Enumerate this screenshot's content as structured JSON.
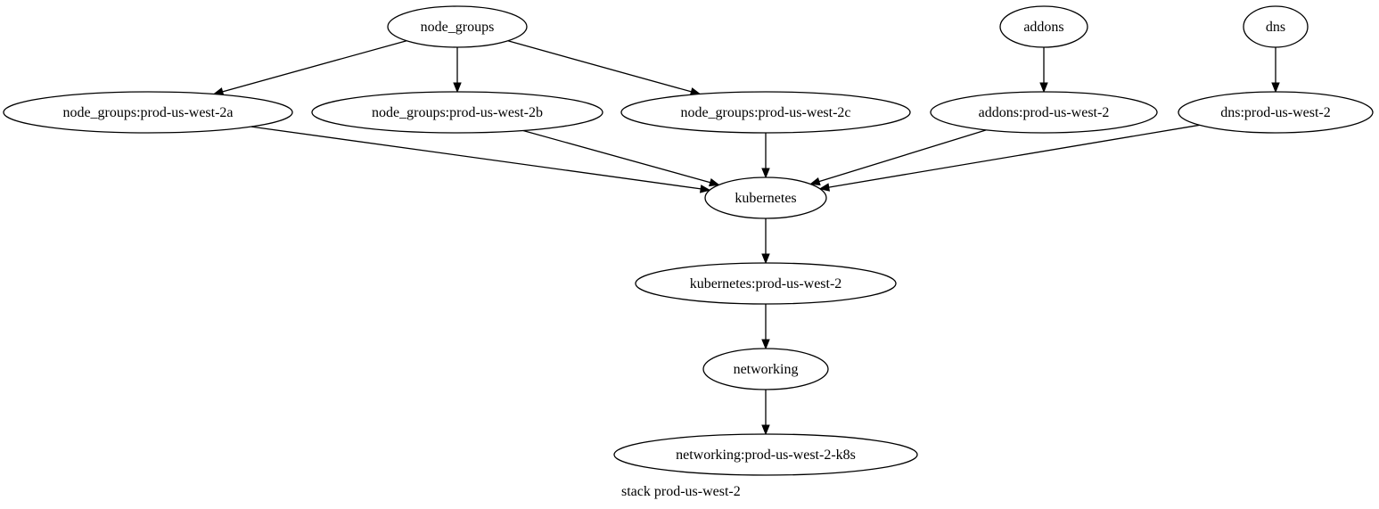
{
  "graph": {
    "caption": "stack prod-us-west-2",
    "nodes": [
      {
        "id": "node_groups",
        "label": "node_groups"
      },
      {
        "id": "addons",
        "label": "addons"
      },
      {
        "id": "dns",
        "label": "dns"
      },
      {
        "id": "ng_a",
        "label": "node_groups:prod-us-west-2a"
      },
      {
        "id": "ng_b",
        "label": "node_groups:prod-us-west-2b"
      },
      {
        "id": "ng_c",
        "label": "node_groups:prod-us-west-2c"
      },
      {
        "id": "addons_env",
        "label": "addons:prod-us-west-2"
      },
      {
        "id": "dns_env",
        "label": "dns:prod-us-west-2"
      },
      {
        "id": "kubernetes",
        "label": "kubernetes"
      },
      {
        "id": "kubernetes_env",
        "label": "kubernetes:prod-us-west-2"
      },
      {
        "id": "networking",
        "label": "networking"
      },
      {
        "id": "networking_env",
        "label": "networking:prod-us-west-2-k8s"
      }
    ],
    "edges": [
      {
        "from": "node_groups",
        "to": "ng_a"
      },
      {
        "from": "node_groups",
        "to": "ng_b"
      },
      {
        "from": "node_groups",
        "to": "ng_c"
      },
      {
        "from": "addons",
        "to": "addons_env"
      },
      {
        "from": "dns",
        "to": "dns_env"
      },
      {
        "from": "ng_a",
        "to": "kubernetes"
      },
      {
        "from": "ng_b",
        "to": "kubernetes"
      },
      {
        "from": "ng_c",
        "to": "kubernetes"
      },
      {
        "from": "addons_env",
        "to": "kubernetes"
      },
      {
        "from": "dns_env",
        "to": "kubernetes"
      },
      {
        "from": "kubernetes",
        "to": "kubernetes_env"
      },
      {
        "from": "kubernetes_env",
        "to": "networking"
      },
      {
        "from": "networking",
        "to": "networking_env"
      }
    ]
  }
}
